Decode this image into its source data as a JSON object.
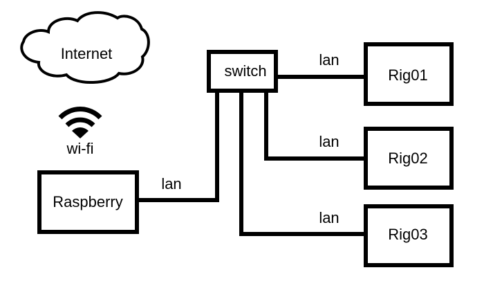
{
  "diagram": {
    "type": "network-topology",
    "cloud": {
      "label": "Internet"
    },
    "wifi": {
      "label": "wi-fi",
      "icon": "wifi-icon"
    },
    "nodes": {
      "raspberry": {
        "label": "Raspberry"
      },
      "switch": {
        "label": "switch"
      },
      "rig01": {
        "label": "Rig01"
      },
      "rig02": {
        "label": "Rig02"
      },
      "rig03": {
        "label": "Rig03"
      }
    },
    "links": [
      {
        "from": "Raspberry",
        "to": "switch",
        "label": "lan"
      },
      {
        "from": "switch",
        "to": "Rig01",
        "label": "lan"
      },
      {
        "from": "switch",
        "to": "Rig02",
        "label": "lan"
      },
      {
        "from": "switch",
        "to": "Rig03",
        "label": "lan"
      }
    ],
    "colors": {
      "stroke": "#000000",
      "background": "#ffffff"
    }
  }
}
